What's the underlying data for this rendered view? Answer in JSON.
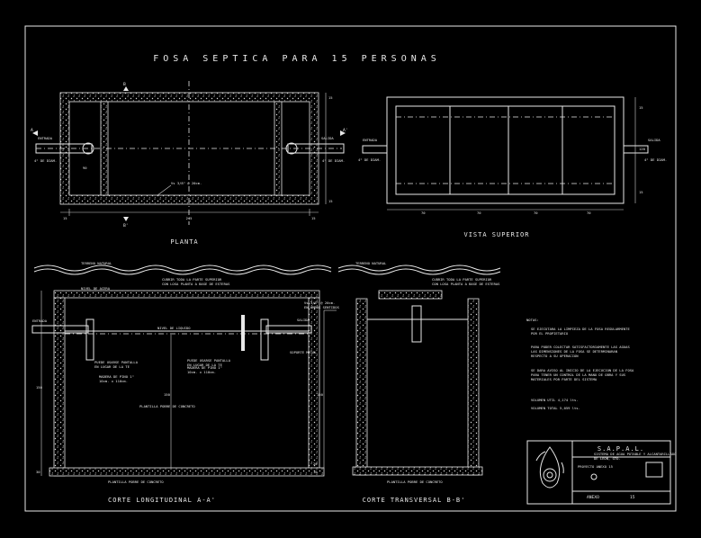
{
  "title": "FOSA SEPTICA PARA 15 PERSONAS",
  "views": {
    "planta": "PLANTA",
    "vista_superior": "VISTA SUPERIOR",
    "corte_longitudinal": "CORTE LONGITUDINAL A-A'",
    "corte_transversal": "CORTE TRANSVERSAL B-B'"
  },
  "plan_labels": {
    "entrada": "ENTRADA",
    "salida": "SALIDA",
    "diam_in": "4\" DE DIAM.",
    "diam_out": "4\" DE DIAM.",
    "varilla": "Vs 3/8\" @ 20cm.",
    "dim_total": "245",
    "dim_end_l": "15",
    "dim_end_r": "15",
    "dim_side_t": "15",
    "dim_side_b": "15",
    "dim_mid": "90",
    "sec_a": "A",
    "sec_a2": "A'",
    "sec_b": "B",
    "sec_b2": "B'"
  },
  "top_labels": {
    "entrada": "ENTRADA",
    "salida": "SALIDA",
    "d1": "70",
    "d2": "70",
    "d3": "70",
    "d4": "70",
    "r1": "15",
    "r2": "120",
    "r3": "15",
    "diam_l": "4\" DE DIAM.",
    "diam_r": "4\" DE DIAM."
  },
  "section_labels": {
    "terreno": "TERRENO NATURAL",
    "terreno2": "TERRENO NATURAL",
    "cubrir": "CUBRIR TODA LA PARTE SUPERIOR\nCON LOSA PLANTA A BASE DE ESTERAS",
    "cubrir2": "CUBRIR TODA LA PARTE SUPERIOR\nCON LOSA PLANTA A BASE DE ESTERAS",
    "nivel_acera": "NIVEL DE ACERA",
    "nivel_liquido": "NIVEL DE LIQUIDO",
    "entrada": "ENTRADA",
    "salida": "SALIDA",
    "pantalla_l": "PUEDE USARSE PANTALLA\nEN LUGAR DE LA TE",
    "pantalla_r": "PUEDE USARSE PANTALLA\nEN LUGAR DE LA TE",
    "madera_l": "MADERA DE PINO 1\"\n10cm. x 110cm.",
    "madera_r": "MADERA DE PINO 1\"\n10cm. x 110cm.",
    "soporte": "SOPORTE METAL",
    "plantilla": "PLANTILLA POBRE DE CONCRETO",
    "plantilla2": "PLANTILLA POBRE DE CONCRETO",
    "varilla2": "Vs 3/8\" @ 20cm.\nEN AMBOS SENTIDOS",
    "h1": "150",
    "h2": "150",
    "h3": "20",
    "h4": "10",
    "h5": "30"
  },
  "notes": {
    "heading": "NOTAS:",
    "items": [
      "SE EJECUTARA LA LIMPIEZA DE LA FOSA REGULARMENTE\nPOR EL PROPIETARIO",
      "PARA PODER COLECTAR SATISFACTORIAMENTE LAS AGUAS\nLAS DIMENSIONES DE LA FOSA SE DETERMINARAN\nRESPECTO A SU OPERACION",
      "SE DARA AVISO AL INICIO DE LA EJECUCION DE LA FOSA\nPARA TENER UN CONTROL DE LA MANO DE OBRA Y SUS\nMATERIALES POR PARTE DEL SISTEMA"
    ],
    "volumes": [
      "VOLUMEN UTIL 4,174 lts.",
      "VOLUMEN TOTAL 5,059 lts."
    ]
  },
  "title_block": {
    "org": "S.A.P.A.L.",
    "org_sub": "SISTEMA DE AGUA POTABLE Y ALCANTARILLADO\nDE LEON, GTO.",
    "row2": "PROYECTO ANEXO 15",
    "anexo_label": "ANEXO",
    "anexo_num": "15"
  },
  "colors": {
    "background": "#000000",
    "line": "#e8e8e8"
  }
}
